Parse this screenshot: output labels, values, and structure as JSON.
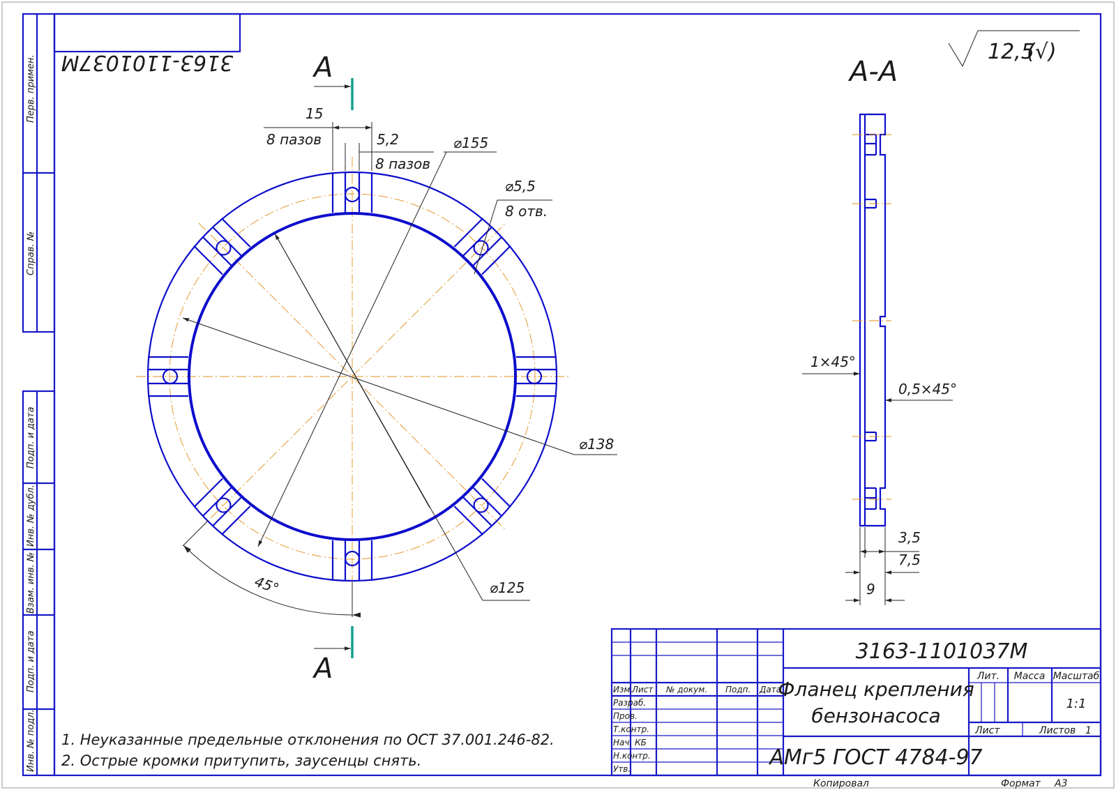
{
  "drawing": {
    "number_top": "3163-1101037М",
    "number_title": "3163-1101037М",
    "name_line1": "Фланец крепления",
    "name_line2": "бензонасоса",
    "material": "АМг5 ГОСТ 4784-97",
    "roughness": "12,5",
    "roughness_suffix": "(√)",
    "section_mark": "А",
    "section_view": "А-А",
    "scale": "1:1",
    "sheets": "1",
    "format_label": "Формат",
    "format": "А3",
    "copied_label": "Копировал"
  },
  "dimensions": {
    "slot_width": "15",
    "slot_width_note": "8 пазов",
    "slot_depth": "5,2",
    "slot_depth_note": "8 пазов",
    "d_outer": "⌀155",
    "d_hole": "⌀5,5",
    "hole_note": "8 отв.",
    "d_inner": "⌀138",
    "d_pitch": "⌀125",
    "angle": "45°",
    "chamfer_1": "1×45°",
    "chamfer_2": "0,5×45°",
    "thk_1": "3,5",
    "thk_2": "7,5",
    "thk_3": "9"
  },
  "notes": [
    "1. Неуказанные предельные отклонения по ОСТ 37.001.246-82.",
    "2. Острые кромки притупить, заусенцы снять."
  ],
  "side_stamps": [
    "Перв. примен.",
    "Справ. №",
    "Подп. и дата",
    "Инв. № дубл.",
    "Взам. инв. №",
    "Подп. и дата",
    "Инв. № подл."
  ],
  "title_block": {
    "col_headers": [
      "Изм.",
      "Лист",
      "№ докум.",
      "Подп.",
      "Дата"
    ],
    "row_labels": [
      "Разраб.",
      "Пров.",
      "Т.контр.",
      "Нач. КБ",
      "Н.контр.",
      "Утв."
    ],
    "lit": "Лит.",
    "mass": "Масса",
    "scale_label": "Масштаб",
    "sheet_label": "Лист",
    "sheets_label": "Листов"
  },
  "colors": {
    "frame": "#1818c8",
    "part": "#0d0dcc",
    "centerline": "#e2901a",
    "section_arrow": "#14a090",
    "dimension": "#222222"
  }
}
